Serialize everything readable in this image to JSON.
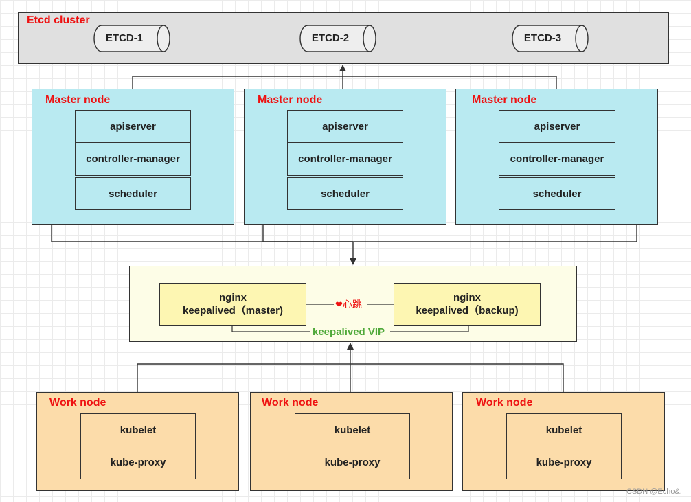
{
  "etcd_cluster": {
    "title": "Etcd cluster",
    "members": [
      "ETCD-1",
      "ETCD-2",
      "ETCD-3"
    ]
  },
  "master_nodes": [
    {
      "title": "Master node",
      "components": [
        "apiserver",
        "controller-manager",
        "scheduler"
      ]
    },
    {
      "title": "Master node",
      "components": [
        "apiserver",
        "controller-manager",
        "scheduler"
      ]
    },
    {
      "title": "Master node",
      "components": [
        "apiserver",
        "controller-manager",
        "scheduler"
      ]
    }
  ],
  "load_balancer": {
    "master": {
      "line1": "nginx",
      "line2": "keepalived（master)"
    },
    "backup": {
      "line1": "nginx",
      "line2": "keepalived（backup)"
    },
    "heartbeat_icon": "heart-icon",
    "heartbeat_label": "心跳",
    "vip_label": "keepalived VIP"
  },
  "work_nodes": [
    {
      "title": "Work node",
      "components": [
        "kubelet",
        "kube-proxy"
      ]
    },
    {
      "title": "Work node",
      "components": [
        "kubelet",
        "kube-proxy"
      ]
    },
    {
      "title": "Work node",
      "components": [
        "kubelet",
        "kube-proxy"
      ]
    }
  ],
  "watermark": "CSDN @Echo&.",
  "colors": {
    "etcd_cluster_bg": "#e0e0e0",
    "master_node_bg": "#b9eaf1",
    "lb_bg": "#fdfde7",
    "nginx_bg": "#fdf6b2",
    "work_node_bg": "#fcdcaa",
    "title_red": "#ee1111",
    "vip_green": "#4fa93a"
  }
}
